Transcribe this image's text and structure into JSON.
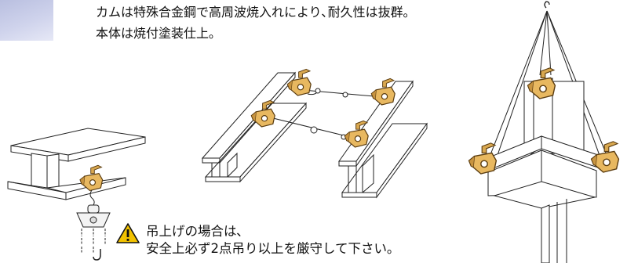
{
  "intro": {
    "line1": "カムは特殊合金鋼で高周波焼入れにより､耐久性は抜群｡",
    "line2": "本体は焼付塗装仕上｡"
  },
  "note": {
    "line1": "吊上げの場合は､",
    "line2": "安全上必ず2点吊り以上を厳守して下さい｡"
  },
  "colors": {
    "clamp": "#e8b860",
    "clamp_dark": "#b08030",
    "warning": "#f2c200",
    "accent": "#cfd3ec"
  },
  "icons": [
    "warning-icon",
    "hook-icon",
    "chain-hoist-icon"
  ]
}
